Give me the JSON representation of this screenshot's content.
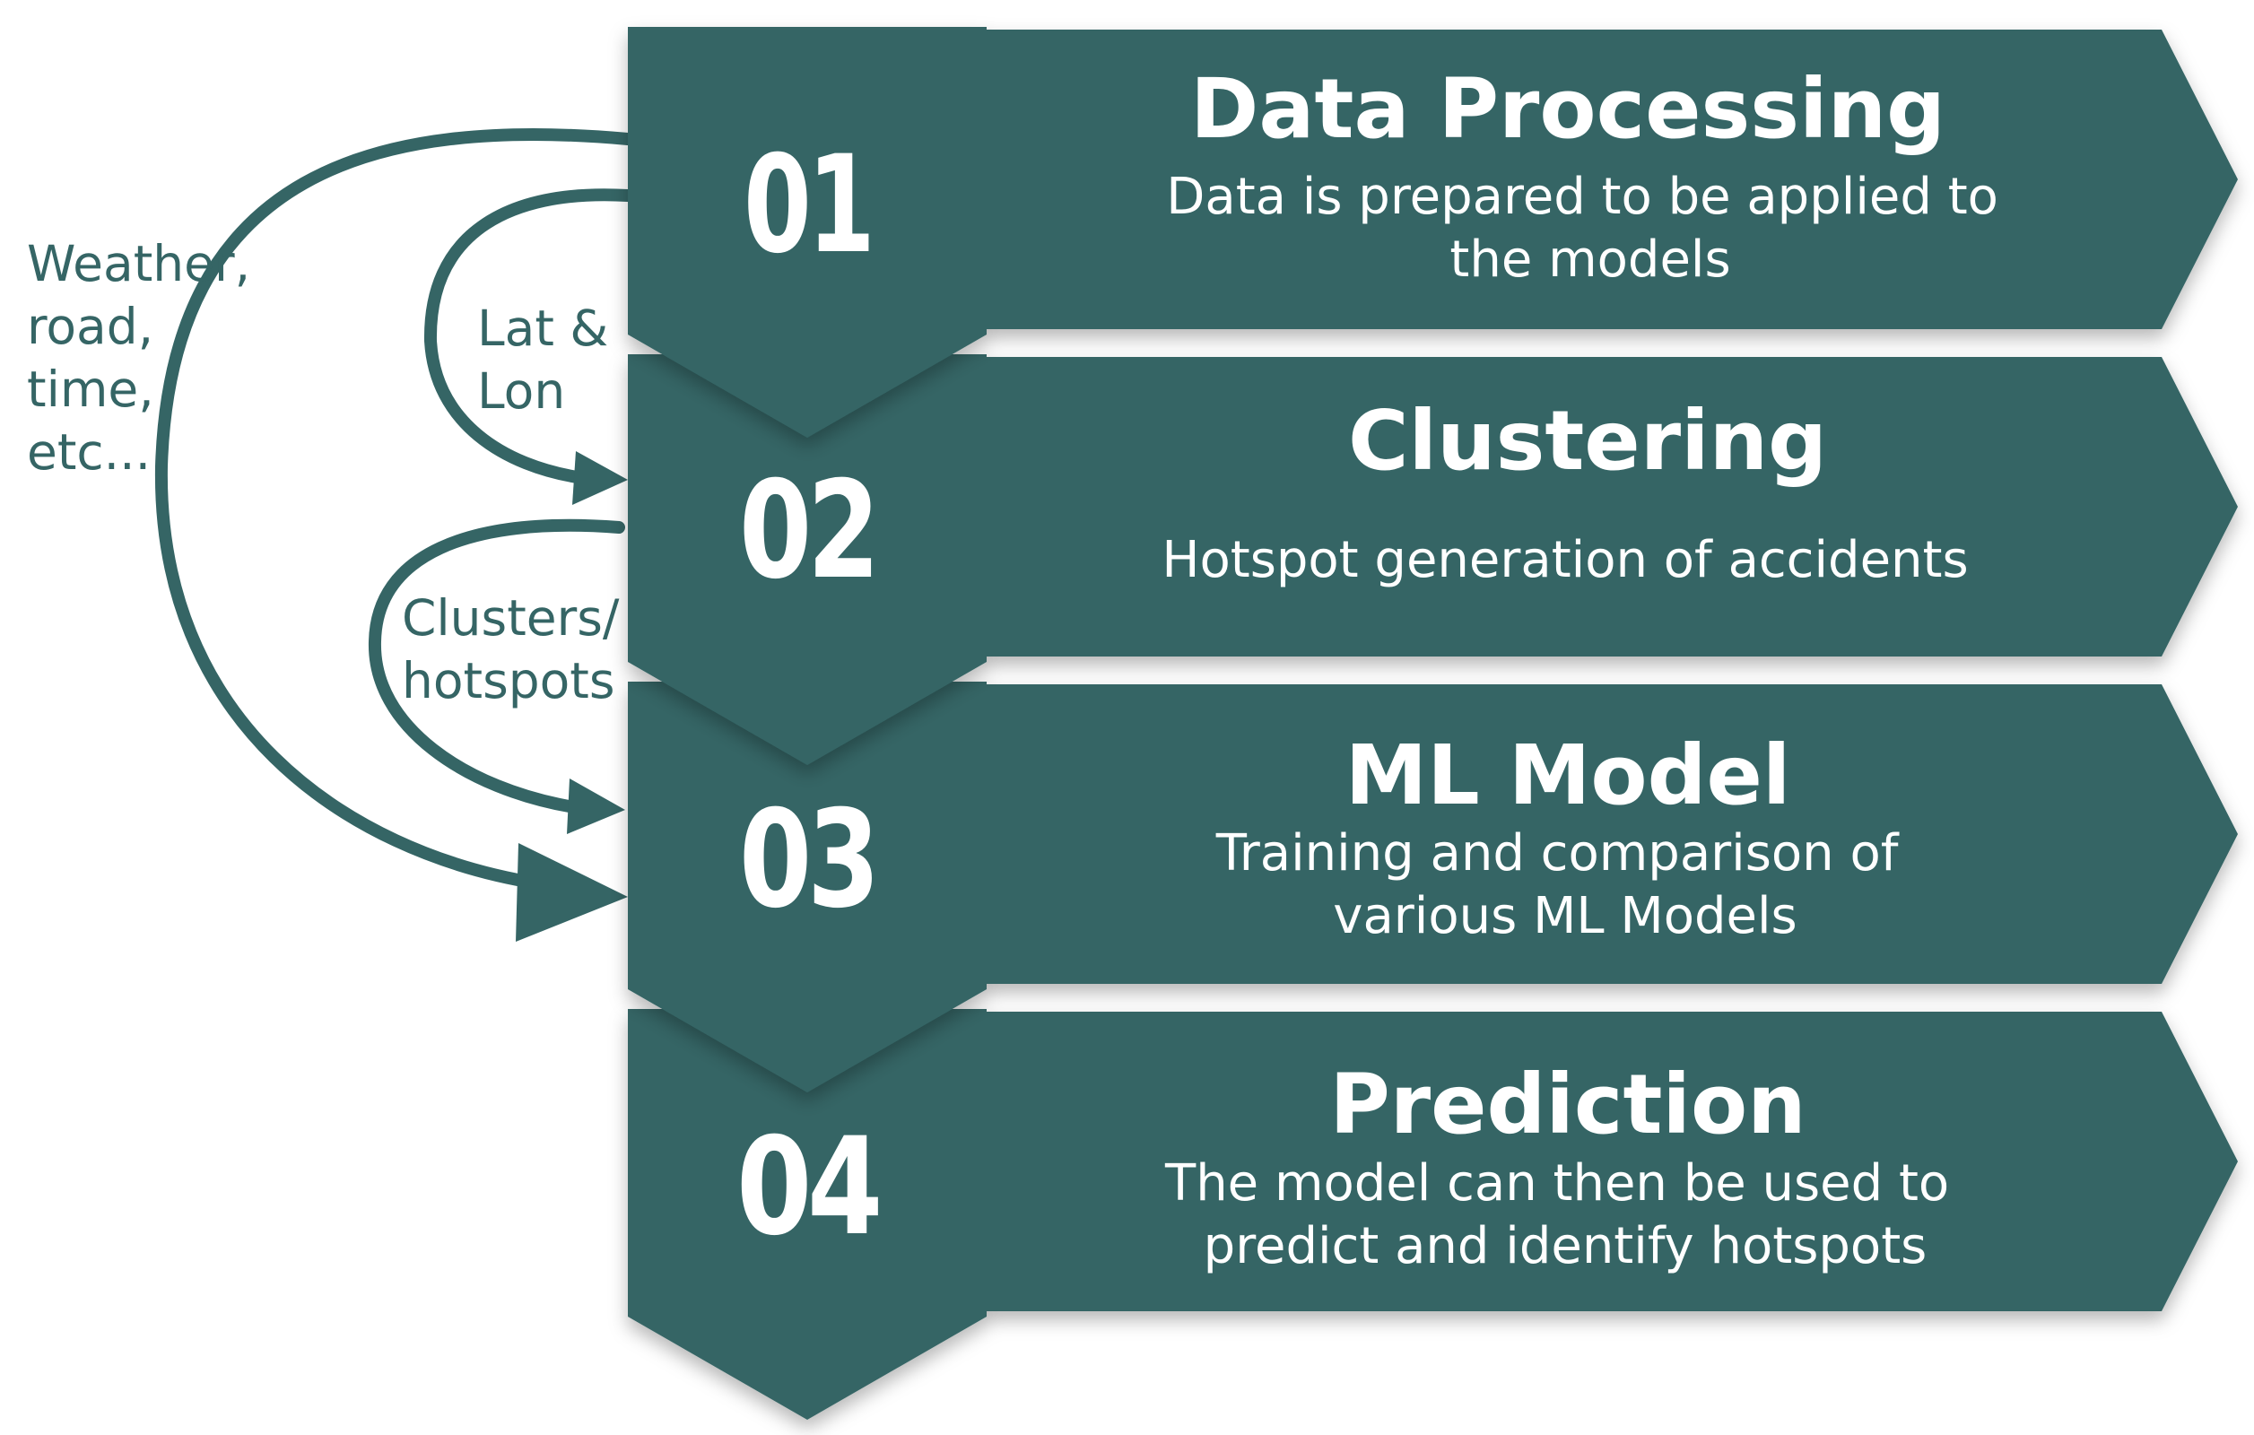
{
  "colors": {
    "fill": "#356565",
    "text": "#ffffff",
    "arrow": "#356565",
    "label": "#356565"
  },
  "steps": [
    {
      "number": "01",
      "title": "Data Processing",
      "description_lines": [
        "Data is prepared to be applied to",
        "the models"
      ]
    },
    {
      "number": "02",
      "title": "Clustering",
      "description_lines": [
        "Hotspot generation of accidents"
      ]
    },
    {
      "number": "03",
      "title": "ML Model",
      "description_lines": [
        "Training and comparison of",
        "various ML Models"
      ]
    },
    {
      "number": "04",
      "title": "Prediction",
      "description_lines": [
        "The model can then be used to",
        "predict and identify hotspots"
      ]
    }
  ],
  "flows": [
    {
      "label_lines": [
        "Weather,",
        "road,",
        "time,",
        "etc..."
      ],
      "from_step": "01",
      "to_step": "03"
    },
    {
      "label_lines": [
        "Lat &",
        "Lon"
      ],
      "from_step": "01",
      "to_step": "02"
    },
    {
      "label_lines": [
        "Clusters/",
        "hotspots"
      ],
      "from_step": "02",
      "to_step": "03"
    }
  ]
}
